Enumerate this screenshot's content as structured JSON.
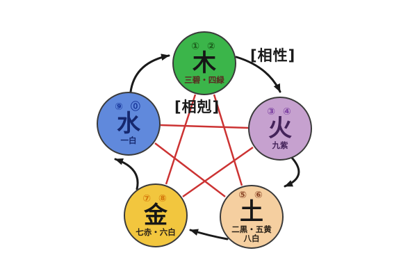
{
  "diagram": {
    "sousei_label": "[相性]",
    "soukoku_label": "[相剋]"
  },
  "colors": {
    "background": "#ffffff",
    "soukoku_line": "#cc3333",
    "arrow": "#1a1a1a",
    "circle_border": "#3a3a3a",
    "label_text": "#1a1a1a"
  },
  "elements": [
    {
      "name": "wood",
      "numbers": "① ②",
      "character": "木",
      "subtitle": "三碧・四緑",
      "fill": "#3bb54a",
      "number_color": "#1a5c1a",
      "character_color": "#161616",
      "subtitle_color": "#5a2820"
    },
    {
      "name": "fire",
      "numbers": "③ ④",
      "character": "火",
      "subtitle": "九紫",
      "fill": "#c6a1cf",
      "number_color": "#7b3fa0",
      "character_color": "#44235a",
      "subtitle_color": "#44235a"
    },
    {
      "name": "water",
      "numbers": "⑨ ⓪",
      "character": "水",
      "subtitle": "一白",
      "fill": "#6089dc",
      "number_color": "#1b3a9e",
      "character_color": "#16286e",
      "subtitle_color": "#16286e"
    },
    {
      "name": "metal",
      "numbers": "⑦ ⑧",
      "character": "金",
      "subtitle": "七赤・六白",
      "fill": "#f2c63e",
      "number_color": "#d4750a",
      "character_color": "#161616",
      "subtitle_color": "#2a2218"
    },
    {
      "name": "earth",
      "numbers": "⑤ ⑥",
      "character": "土",
      "subtitle": "二黒・五黄",
      "subtitle2": "八白",
      "fill": "#f5cfa0",
      "number_color": "#8a4526",
      "character_color": "#161616",
      "subtitle_color": "#2a2218"
    }
  ]
}
